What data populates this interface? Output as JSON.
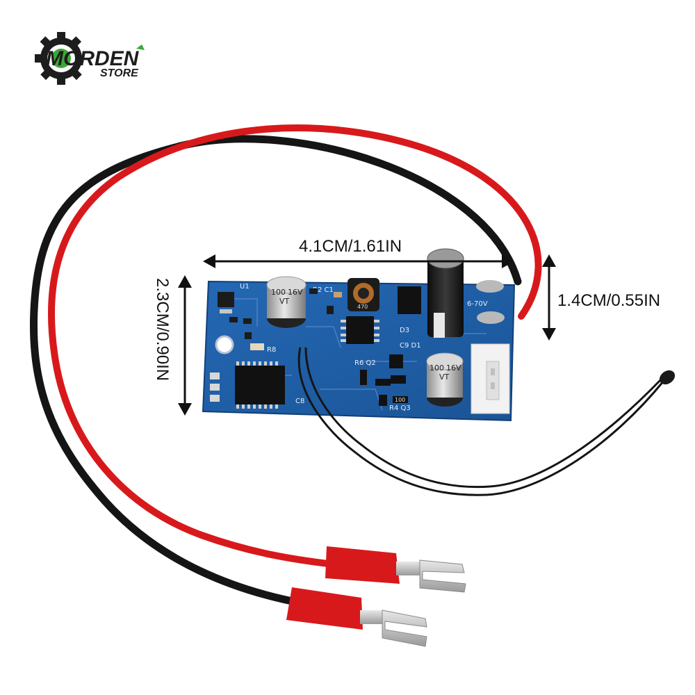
{
  "logo": {
    "brand": "MORDEN",
    "sub": "STORE"
  },
  "dimensions": {
    "width_label": "4.1CM/1.61IN",
    "height_label": "2.3CM/0.90IN",
    "thickness_label": "1.4CM/0.55IN"
  },
  "components": {
    "cap_large_value": "100",
    "cap_large_voltage": "16V",
    "cap_large_series": "VT",
    "cap_small_value": "100",
    "cap_small_voltage": "16V",
    "cap_small_series": "VT",
    "inductor_value": "470",
    "electrolytic_label": "6-70V",
    "resistor_r8": "R8",
    "resistor_100": "100"
  },
  "colors": {
    "board": "#1f5fa8",
    "wire_red": "#d8191c",
    "wire_black": "#151515",
    "logo_green": "#3aa935"
  },
  "icons": {
    "logo_gear": "gear-icon",
    "arrows": "double-arrow-icon"
  }
}
